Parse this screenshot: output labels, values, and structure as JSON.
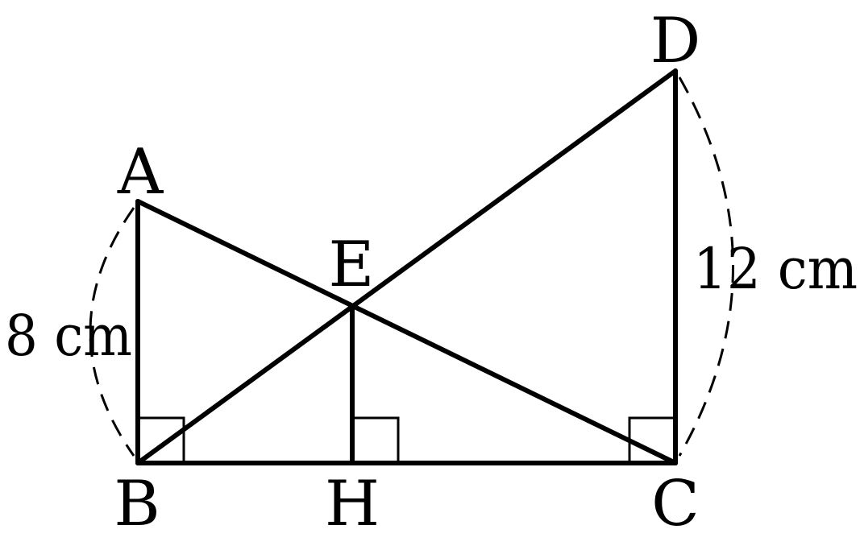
{
  "points": {
    "A": "A",
    "B": "B",
    "C": "C",
    "D": "D",
    "E": "E",
    "H": "H"
  },
  "measurements": {
    "ab": "8 cm",
    "cd": "12 cm"
  }
}
